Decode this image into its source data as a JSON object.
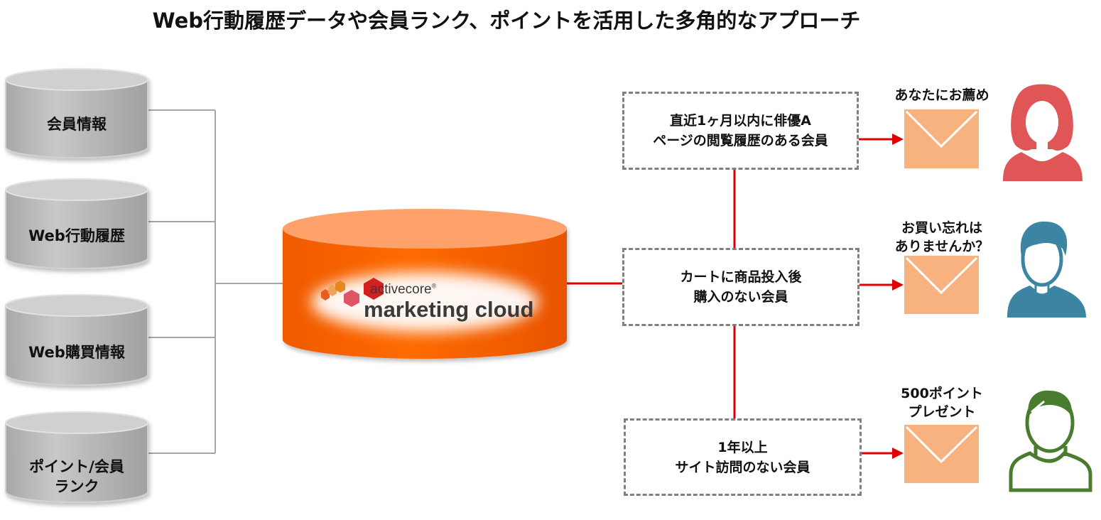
{
  "title": "Web行動履歴データや会員ランク、ポイントを活用した多角的なアプローチ",
  "sources": [
    {
      "lines": [
        "会員情報"
      ]
    },
    {
      "lines": [
        "Web行動履歴"
      ]
    },
    {
      "lines": [
        "Web購買情報"
      ]
    },
    {
      "lines": [
        "ポイント/会員",
        "ランク"
      ]
    }
  ],
  "hub": {
    "brand_small": "activecore",
    "brand_registered": "®",
    "brand_large": "marketing cloud"
  },
  "segments": [
    {
      "lines": [
        "直近1ヶ月以内に俳優A",
        "ページの閲覧履歴のある会員"
      ],
      "message": [
        "あなたにお薦め"
      ],
      "person": "woman-icon",
      "person_color": "#e05555"
    },
    {
      "lines": [
        "カートに商品投入後",
        "購入のない会員"
      ],
      "message": [
        "お買い忘れは",
        "ありませんか？"
      ],
      "person": "man-icon",
      "person_color": "#3b85a3"
    },
    {
      "lines": [
        "1年以上",
        "サイト訪問のない会員"
      ],
      "message": [
        "500ポイント",
        "プレゼント"
      ],
      "person": "person-outline-icon",
      "person_color": "#4a7c2f"
    }
  ],
  "colors": {
    "db_gray": "#bfbfbf",
    "hub_orange": "#ff6600",
    "hub_top": "#ffa16a",
    "connector_red": "#e00000",
    "connector_gray": "#a6a6a6",
    "envelope": "#f8b27f",
    "dash_border": "#808080"
  }
}
